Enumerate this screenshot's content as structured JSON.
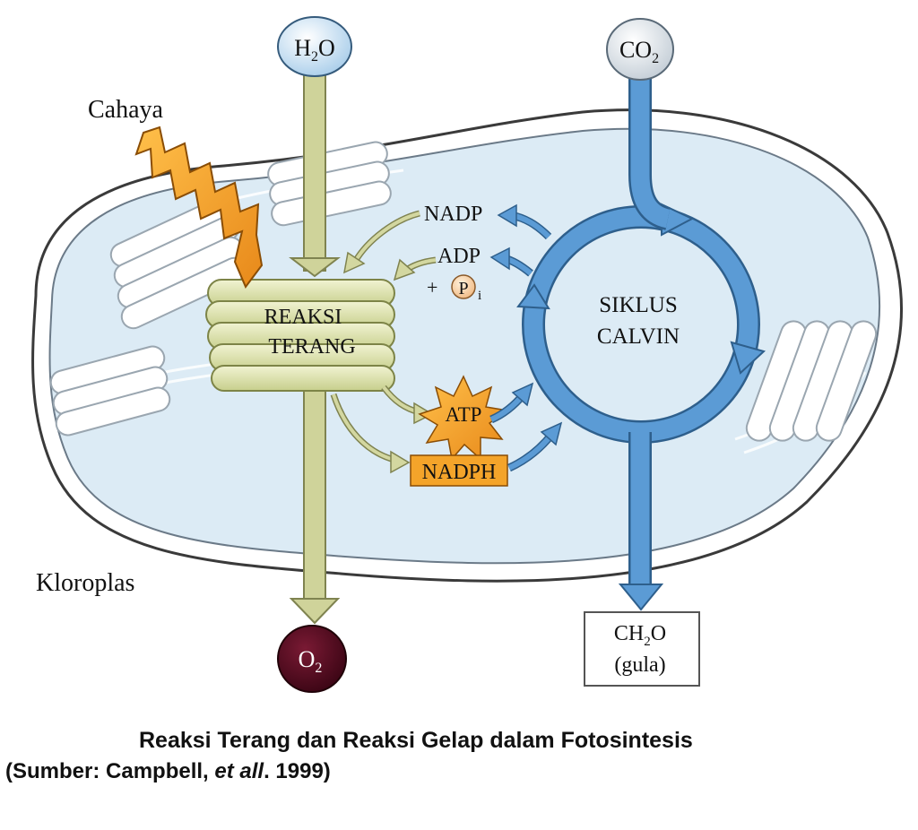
{
  "labels": {
    "light": "Cahaya",
    "chloroplast": "Kloroplas",
    "light_reaction_line1": "REAKSI",
    "light_reaction_line2": "TERANG",
    "calvin_line1": "SIKLUS",
    "calvin_line2": "CALVIN",
    "nadp": "NADP",
    "adp": "ADP",
    "plus": "+",
    "phosphate_symbol": "P",
    "phosphate_sub": "i",
    "atp": "ATP",
    "nadph": "NADPH"
  },
  "molecules": {
    "water_main": "H",
    "water_sub": "2",
    "water_tail": "O",
    "co2_main": "CO",
    "co2_sub": "2",
    "o2_main": "O",
    "o2_sub": "2",
    "sugar_main": "CH",
    "sugar_sub": "2",
    "sugar_tail": "O",
    "sugar_note": "(gula)"
  },
  "caption": {
    "title": "Reaksi Terang dan Reaksi Gelap dalam Fotosintesis",
    "source_prefix": "(Sumber: Campbell, ",
    "source_italic": "et all",
    "source_suffix": ". 1999)"
  },
  "colors": {
    "stroma": "#dcebf5",
    "calvin_blue": "#4e90cc",
    "light_arrow": "#cfd39a",
    "atp_orange": "#f4a42a",
    "o2_dark": "#4a0a1c"
  }
}
